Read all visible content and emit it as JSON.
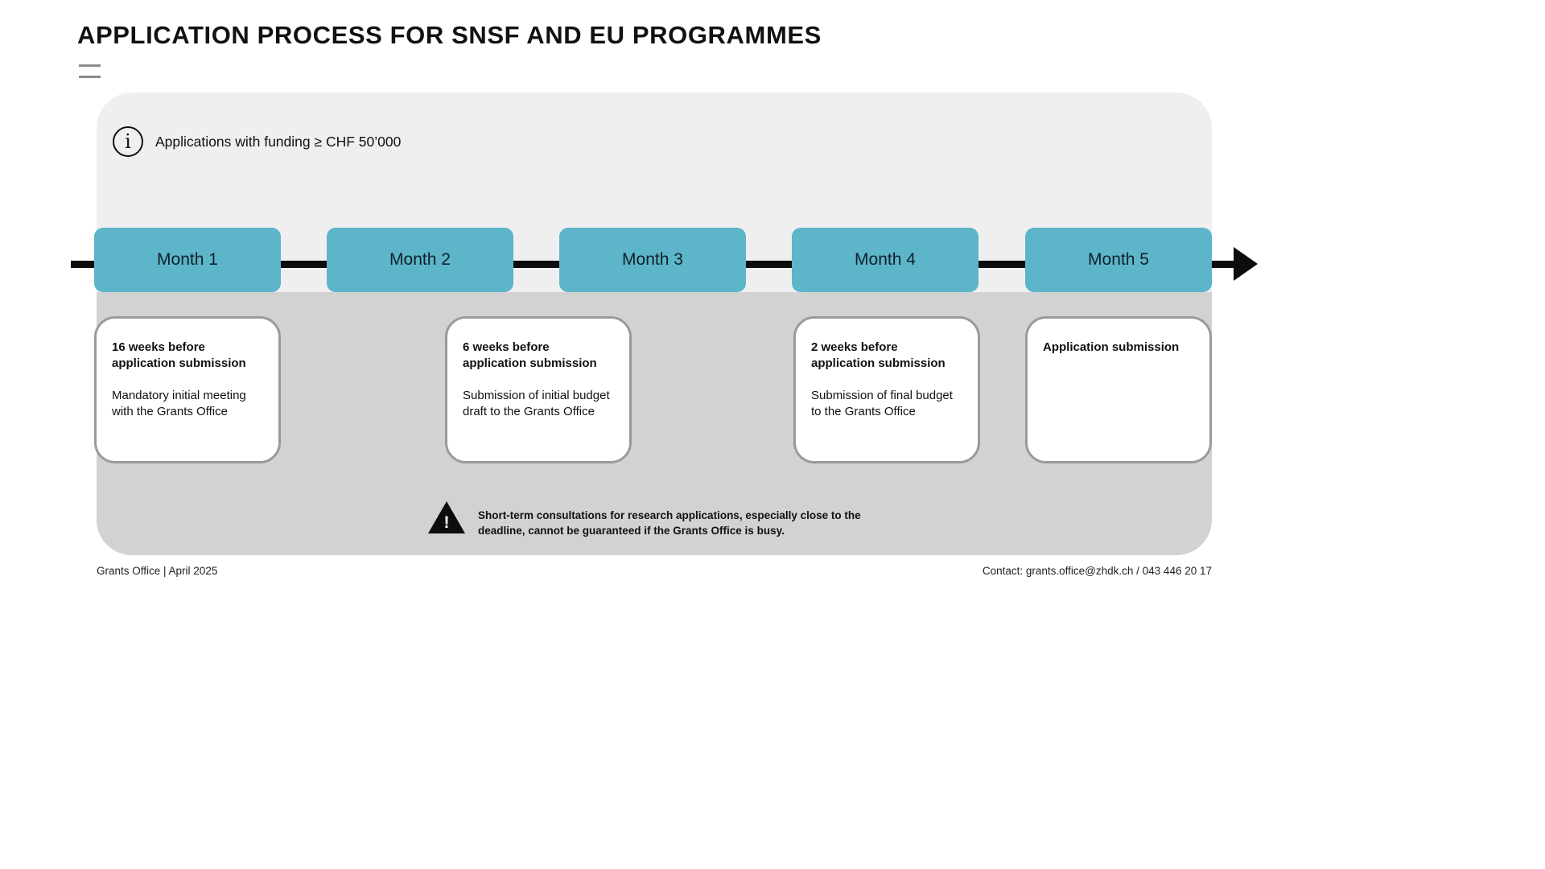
{
  "title": "APPLICATION PROCESS FOR SNSF AND EU PROGRAMMES",
  "info": {
    "glyph": "i",
    "text": "Applications with funding ≥ CHF 50’000"
  },
  "timeline": {
    "months": [
      {
        "label": "Month 1"
      },
      {
        "label": "Month 2"
      },
      {
        "label": "Month 3"
      },
      {
        "label": "Month 4"
      },
      {
        "label": "Month 5"
      }
    ]
  },
  "cards": [
    {
      "heading": "16 weeks before application submission",
      "body": "Mandatory initial meeting with the Grants Office"
    },
    {
      "heading": "6 weeks before application submission",
      "body": "Submission of initial budget draft to the Grants Office"
    },
    {
      "heading": "2 weeks before application submission",
      "body": "Submission of final budget to the Grants Office"
    },
    {
      "heading": "Application submission",
      "body": ""
    }
  ],
  "warning": {
    "glyph": "!",
    "text": "Short-term consultations for research applications, especially close to the deadline, cannot be guaranteed if the Grants Office is busy."
  },
  "footer": {
    "left": "Grants Office | April 2025",
    "right": "Contact: grants.office@zhdk.ch / 043 446 20 17"
  },
  "colors": {
    "accent_teal": "#5db5c9",
    "panel_light": "#efefef",
    "panel_dark": "#d2d2d2",
    "card_border": "#9a9a9a"
  }
}
